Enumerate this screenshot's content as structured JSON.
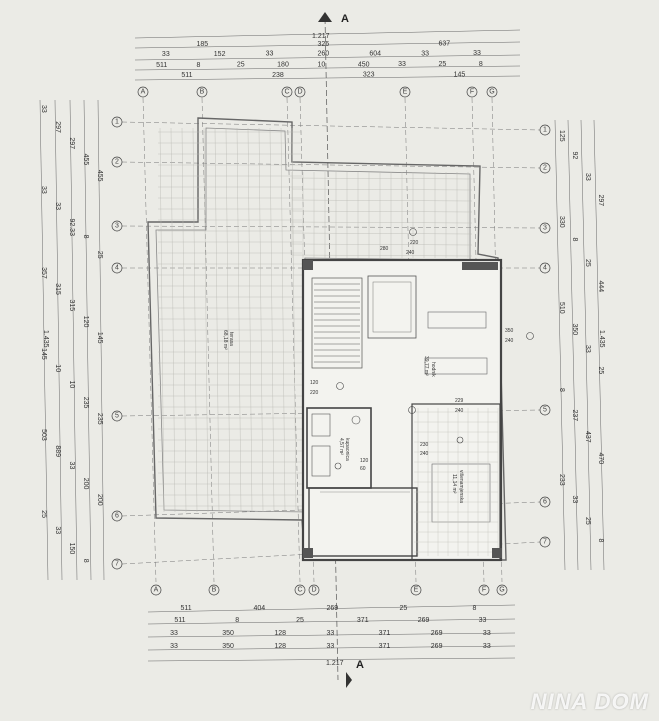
{
  "section_marker": "A",
  "overall_dims": {
    "width_top": "1.217",
    "width_bottom": "1.217",
    "height_left": "1.435",
    "height_right": "1.435"
  },
  "top_dims": {
    "row1": [
      "185",
      "326",
      "637"
    ],
    "row2": [
      "33",
      "152",
      "33",
      "260",
      "604",
      "33",
      "33"
    ],
    "row3": [
      "511",
      "8",
      "25",
      "180",
      "10",
      "450",
      "33",
      "25",
      "8"
    ],
    "row4": [
      "511",
      "238",
      "323",
      "145"
    ]
  },
  "bottom_dims": {
    "row1": [
      "511",
      "404",
      "269",
      "25",
      "8"
    ],
    "row2": [
      "511",
      "8",
      "25",
      "371",
      "269",
      "33"
    ],
    "row3": [
      "33",
      "350",
      "128",
      "33",
      "371",
      "269",
      "33"
    ],
    "row4": [
      "33",
      "350",
      "128",
      "33",
      "371",
      "269",
      "33"
    ]
  },
  "left_dims": [
    "33",
    "297",
    "297",
    "455",
    "455",
    "33",
    "33",
    "92.33",
    "8",
    "25",
    "357",
    "315",
    "315",
    "120",
    "145",
    "145",
    "10",
    "10",
    "235",
    "235",
    "503",
    "889",
    "33",
    "200",
    "200",
    "25",
    "33",
    "150",
    "8"
  ],
  "right_dims": [
    "125",
    "92",
    "33",
    "297",
    "330",
    "8",
    "25",
    "444",
    "510",
    "350",
    "33",
    "25",
    "8",
    "237",
    "437",
    "470",
    "233",
    "33",
    "25",
    "8"
  ],
  "grid_cols_top": [
    "A",
    "B",
    "C",
    "D",
    "E",
    "F",
    "G"
  ],
  "grid_cols_bottom": [
    "A",
    "B",
    "C",
    "D",
    "E",
    "F",
    "G"
  ],
  "grid_rows_left": [
    "1",
    "2",
    "3",
    "4",
    "5",
    "6",
    "7"
  ],
  "grid_rows_right": [
    "1",
    "2",
    "3",
    "4",
    "5",
    "6",
    "7"
  ],
  "rooms": [
    {
      "name": "terasa",
      "area": "68,18 m²"
    },
    {
      "name": "hodnik",
      "area": "39,77 m²"
    },
    {
      "name": "kupaonica",
      "area": "4,57 m²"
    },
    {
      "name": "višenamjenska",
      "area": "11,14 m²"
    }
  ],
  "openings": [
    "120",
    "220",
    "240",
    "350",
    "240",
    "230",
    "240",
    "229",
    "240",
    "120",
    "60",
    "220",
    "280"
  ],
  "watermark": "NINA DOM"
}
